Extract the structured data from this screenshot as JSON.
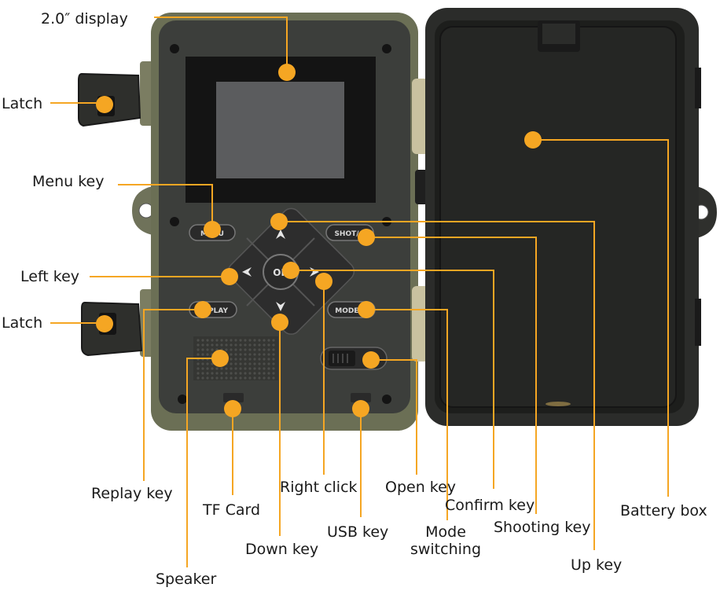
{
  "colors": {
    "accent": "#F5A623",
    "body": "#3c3e3b",
    "body_edge": "#6b6f55",
    "lid": "#2b2c2a",
    "screen_frame": "#141414",
    "screen": "#5b5c5e"
  },
  "camera": {
    "buttons": {
      "menu": "MENU",
      "shot": "SHOT/",
      "ok": "OK",
      "replay": "REPLAY",
      "mode": "MODE/"
    }
  },
  "labels": {
    "display": "2.0″ display",
    "latch_top": "Latch",
    "menu_key": "Menu key",
    "left_key": "Left key",
    "latch_bottom": "Latch",
    "replay_key": "Replay key",
    "tf_card": "TF Card",
    "speaker": "Speaker",
    "down_key": "Down key",
    "right_click": "Right click",
    "usb_key": "USB key",
    "open_key": "Open key",
    "mode_line1": "Mode",
    "mode_line2": "switching",
    "confirm_key": "Confirm key",
    "shooting_key": "Shooting key",
    "up_key": "Up key",
    "battery_box": "Battery box"
  }
}
